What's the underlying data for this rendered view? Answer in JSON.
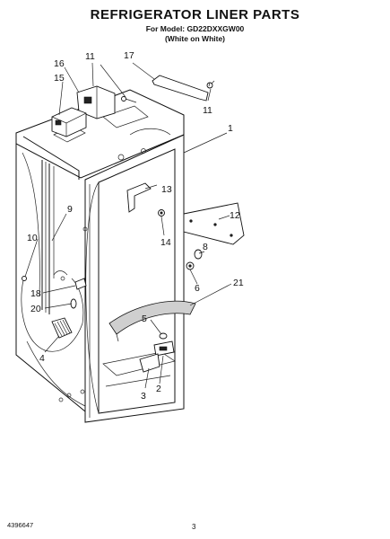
{
  "header": {
    "title": "REFRIGERATOR LINER PARTS",
    "model_line": "For Model: GD22DXXGW00",
    "color_line": "(White on White)"
  },
  "footer": {
    "part_number": "4396647",
    "page_number": "3"
  },
  "callouts": {
    "c1": "1",
    "c2": "2",
    "c3": "3",
    "c4": "4",
    "c5": "5",
    "c6": "6",
    "c8": "8",
    "c9": "9",
    "c10": "10",
    "c11a": "11",
    "c11b": "11",
    "c12": "12",
    "c13": "13",
    "c14": "14",
    "c15": "15",
    "c16": "16",
    "c17": "17",
    "c18": "18",
    "c20": "20",
    "c21": "21"
  }
}
